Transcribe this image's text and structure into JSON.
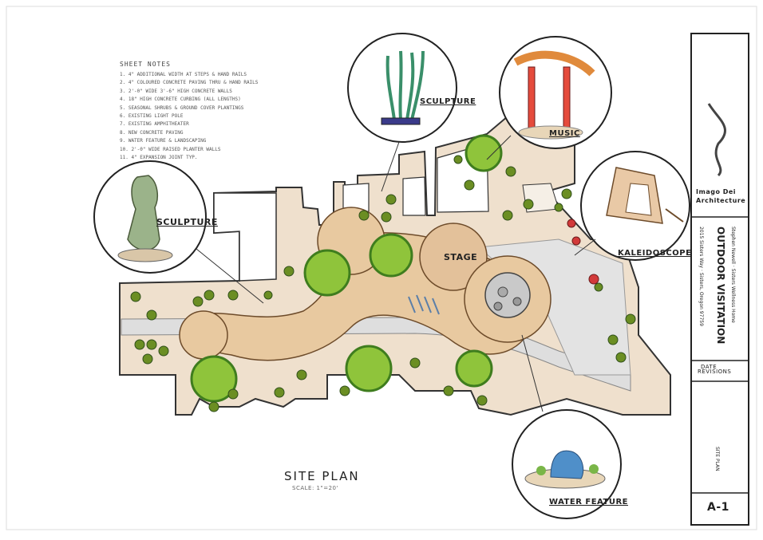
{
  "sheet_notes": {
    "heading": "SHEET NOTES",
    "items": [
      "1. 4\" ADDITIONAL WIDTH AT STEPS & HAND RAILS",
      "2. 4\" COLOURED CONCRETE PAVING THRU & HAND RAILS",
      "3. 2'-0\" WIDE 3'-6\" HIGH CONCRETE WALLS",
      "4. 18\" HIGH CONCRETE CURBING (ALL LENGTHS)",
      "5. SEASONAL SHRUBS & GROUND COVER PLANTINGS",
      "6. EXISTING LIGHT POLE",
      "7. EXISTING AMPHITHEATER",
      "8. NEW CONCRETE PAVING",
      "9. WATER FEATURE & LANDSCAPING",
      "10. 2'-0\" WIDE RAISED PLANTER WALLS",
      "11. 4\" EXPANSION JOINT TYP."
    ]
  },
  "vignettes": {
    "sculpture_left": "SCULPTURE",
    "sculpture_top": "SCULPTURE",
    "music": "MUSIC",
    "kaleidoscope": "KALEIDOSCOPE",
    "water_feature": "WATER FEATURE"
  },
  "plan_labels": {
    "stage": "STAGE",
    "site_plan": "SITE PLAN",
    "scale": "SCALE: 1\"=20'"
  },
  "title_block": {
    "firm_line1": "Imago Dei",
    "firm_line2": "Architecture",
    "project_client": "Stephen Newell · Sisters Wellness Home",
    "project_title": "OUTDOOR VISITATION",
    "project_address": "2015 Sisters Way · Sisters, Oregon 97759",
    "date_label": "DATE",
    "revisions_label": "REVISIONS",
    "sheet_name": "SITE PLAN",
    "sheet_number": "A-1"
  },
  "colors": {
    "paving": "#e8c9a0",
    "planting_bed": "#eedfcf",
    "tree": "#8fc43b",
    "tree_dark": "#3f7d1e",
    "ink": "#222222",
    "accent_red": "#d23a3a",
    "music_red": "#e54b3c"
  }
}
